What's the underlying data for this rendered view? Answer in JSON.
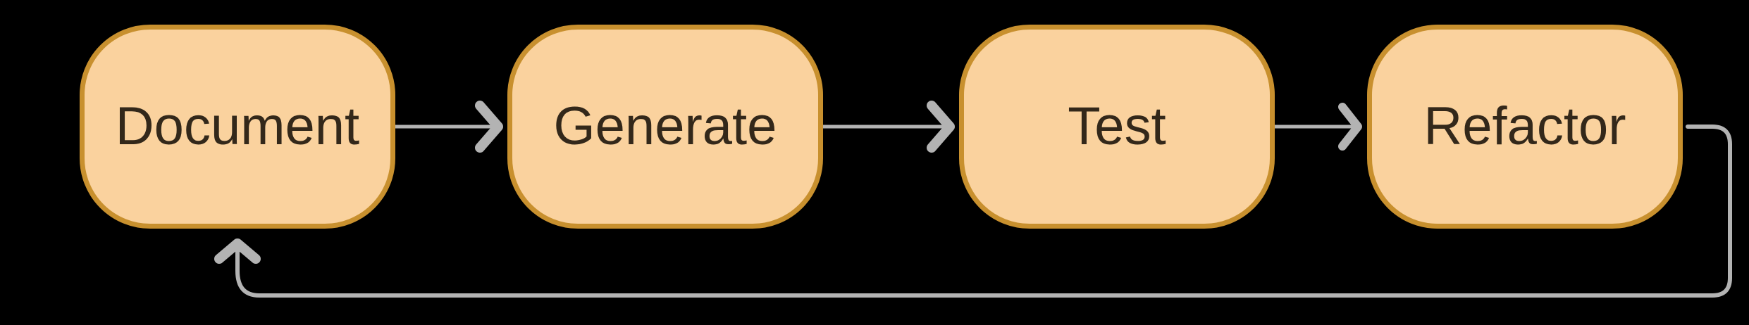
{
  "theme": {
    "background": "#000000",
    "node_fill": "#fad29e",
    "node_border": "#c8902e",
    "node_text": "#33281a",
    "connector": "#b3b3b3"
  },
  "nodes": [
    {
      "id": "document",
      "label": "Document"
    },
    {
      "id": "generate",
      "label": "Generate"
    },
    {
      "id": "test",
      "label": "Test"
    },
    {
      "id": "refactor",
      "label": "Refactor"
    }
  ],
  "edges": [
    {
      "from": "document",
      "to": "generate"
    },
    {
      "from": "generate",
      "to": "test"
    },
    {
      "from": "test",
      "to": "refactor"
    },
    {
      "from": "refactor",
      "to": "document"
    }
  ]
}
